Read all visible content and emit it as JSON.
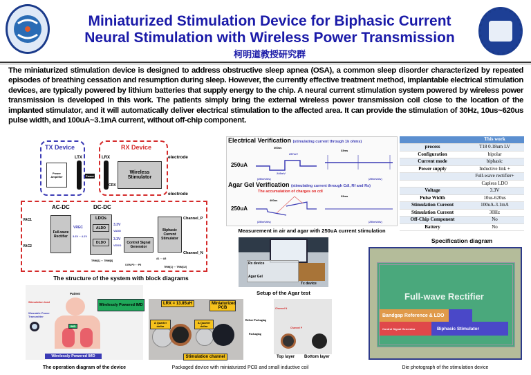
{
  "header": {
    "title_line1": "Miniaturized Stimulation Device for Biphasic Current",
    "title_line2": "Neural Stimulation with Wireless Power Transmission",
    "subtitle_cn": "柯明道教授研究群",
    "left_logo": "university-seal-left",
    "right_logo": "university-seal-right"
  },
  "abstract": "The miniaturized stimulation device is designed to address obstructive sleep apnea (OSA), a common sleep disorder characterized by repeated episodes of breathing cessation and resumption during sleep. However, the currently effective treatment method, implantable electrical stimulation devices, are typically powered by lithium batteries that supply energy to the chip.  A neural current stimulation system powered by wireless power transmission is developed in this work. The patients simply bring the external wireless power transmission coil close to the location of the implanted stimulator, and it will automatically deliver electrical stimulation to the affected area. It can provide the stimulation of 30Hz, 10us~620us pulse width, and 100uA~3.1mA current, without off-chip component.",
  "block_diagram": {
    "tx": "TX Device",
    "rx": "RX Device",
    "ltx": "LTX",
    "lrx": "LRX",
    "crx": "CRX",
    "power_amp": "Power Amplifier",
    "power": "Power",
    "wireless_stim": "Wireless Stimulator",
    "electrode1": "electrode",
    "electrode2": "electrode",
    "acdc": "AC-DC",
    "dcdc": "DC-DC",
    "vac1": "VAC1",
    "vac2": "VAC2",
    "rectifier": "Full-wave Rectifier",
    "vrec": "VREC",
    "vrec_range": "3.6V ~ 4.2V",
    "ldos": "LDOs",
    "aldo": "ALDO",
    "dldo": "DLDO",
    "v33a": "3.3V",
    "vaddd": "VADD",
    "v33d": "3.3V",
    "vdddd": "VDDD",
    "csg": "Control Signal Generator",
    "biphasic": "Biphasic Current Stimulator",
    "ch_p": "Channel_P",
    "ch_n": "Channel_N",
    "trim": "TRIM[1] ··· TRIM[8]",
    "ctrl_pins": "S  EN  P0 ··· P5",
    "a_pins": "A1 ··· A8",
    "trim2": "TRIM[1] ··· TRIM[12]",
    "caption": "The structure of the system with block diagrams"
  },
  "waveforms": {
    "ev_title": "Electrical Verification",
    "ev_note": "(stimulating current through 1k ohms)",
    "ag_title": "Agar Gel Verification",
    "ag_note": "(stimulating current through Cdl, Rf and Rs)",
    "amp1": "250uA",
    "amp2": "250uA",
    "t400a": "400us",
    "t33a": "33ms",
    "v257": "257mV",
    "v246": "246mV",
    "div1": "(250mV/div)",
    "div2": "(250mV/div)",
    "accum": "The accumulation of charges on cdl",
    "t400b": "400us",
    "t33b": "33ms",
    "div3": "(250mV/div)",
    "div4": "(250mV/div)",
    "caption": "Measurement in air and agar with 250uA current stimulation"
  },
  "spec": {
    "header": "This work",
    "rows": [
      [
        "process",
        "T18 0.18um LV"
      ],
      [
        "Configuration",
        "bipolar"
      ],
      [
        "Current mode",
        "biphasic"
      ],
      [
        "Power supply",
        "Inductive link +"
      ],
      [
        "",
        "Full-wave rectifier+"
      ],
      [
        "",
        "Capless LDO"
      ],
      [
        "Voltage",
        "3.3V"
      ],
      [
        "Pulse Width",
        "10us-620us"
      ],
      [
        "Stimulation Current",
        "100uA-3.1mA"
      ],
      [
        "Stimulation Current",
        "30Hz"
      ],
      [
        "Off-Chip Component",
        "No"
      ],
      [
        "Battery",
        "No"
      ]
    ],
    "caption": "Specification diagram"
  },
  "agar": {
    "rx": "Rx device",
    "gel": "Agar Gel",
    "tx": "Tx device",
    "caption": "Setup of the Agar test"
  },
  "operation": {
    "patient": "Patient",
    "stim_lead": "Stimulation lead",
    "wearable": "Wearable Power Transmitter",
    "imd": "IMD",
    "wpimd": "Wirelessly Powered IMD",
    "banner": "Wirelessly Powered IMD",
    "caption": "The operation diagram of the device"
  },
  "package": {
    "lrx": "LRX = 13.85uH",
    "pcb": "Miniaturized PCB",
    "quarter1": "A Quarter dollar",
    "quarter2": "A Quarter dollar",
    "channel": "Stimulation channel",
    "before": "Before Packaging",
    "packaging": "Packaging",
    "ch_n": "Channel N",
    "ch_p": "Channel P",
    "top": "Top layer",
    "bottom": "Bottom layer",
    "caption": "Packaged device with miniaturized PCB and small inductive coil"
  },
  "die": {
    "rectifier": "Full-wave Rectifier",
    "bandgap": "Bandgap Reference & LDO",
    "csg": "Control Signal Generator",
    "biphasic": "Biphasic Stimulator",
    "caption": "Die photograph of the stimulation device"
  }
}
